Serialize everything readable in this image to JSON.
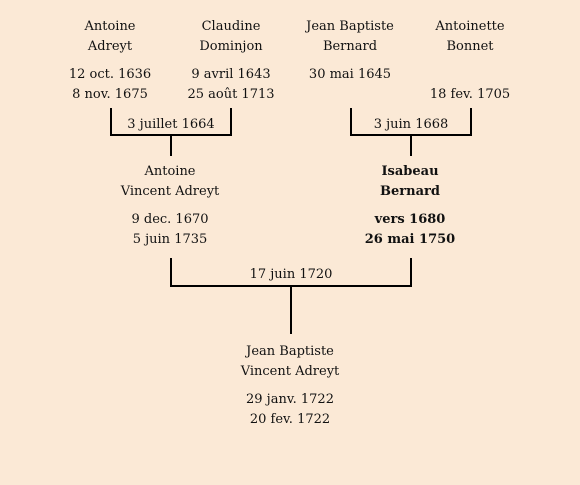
{
  "grandparents": {
    "antoine": {
      "first": "Antoine",
      "last": "Adreyt",
      "birth": "12 oct. 1636",
      "death": "8 nov. 1675"
    },
    "claudine": {
      "first": "Claudine",
      "last": "Dominjon",
      "birth": "9 avril 1643",
      "death": "25 août 1713"
    },
    "jean_baptiste": {
      "first": "Jean Baptiste",
      "last": "Bernard",
      "birth": "30 mai 1645",
      "death": ""
    },
    "antoinette": {
      "first": "Antoinette",
      "last": "Bonnet",
      "birth": "",
      "death": "18 fev. 1705"
    }
  },
  "parents": {
    "antoine_vincent": {
      "first": "Antoine",
      "last": "Vincent Adreyt",
      "birth": "9 dec. 1670",
      "death": "5 juin 1735"
    },
    "isabeau": {
      "first": "Isabeau",
      "last": "Bernard",
      "birth": "vers 1680",
      "death": "26 mai 1750"
    }
  },
  "child": {
    "first": "Jean Baptiste",
    "last": "Vincent Adreyt",
    "birth": "29 janv. 1722",
    "death": "20 fev. 1722"
  },
  "marriages": {
    "left": "3 juillet 1664",
    "right": "3 juin 1668",
    "parents": "17 juin 1720"
  }
}
